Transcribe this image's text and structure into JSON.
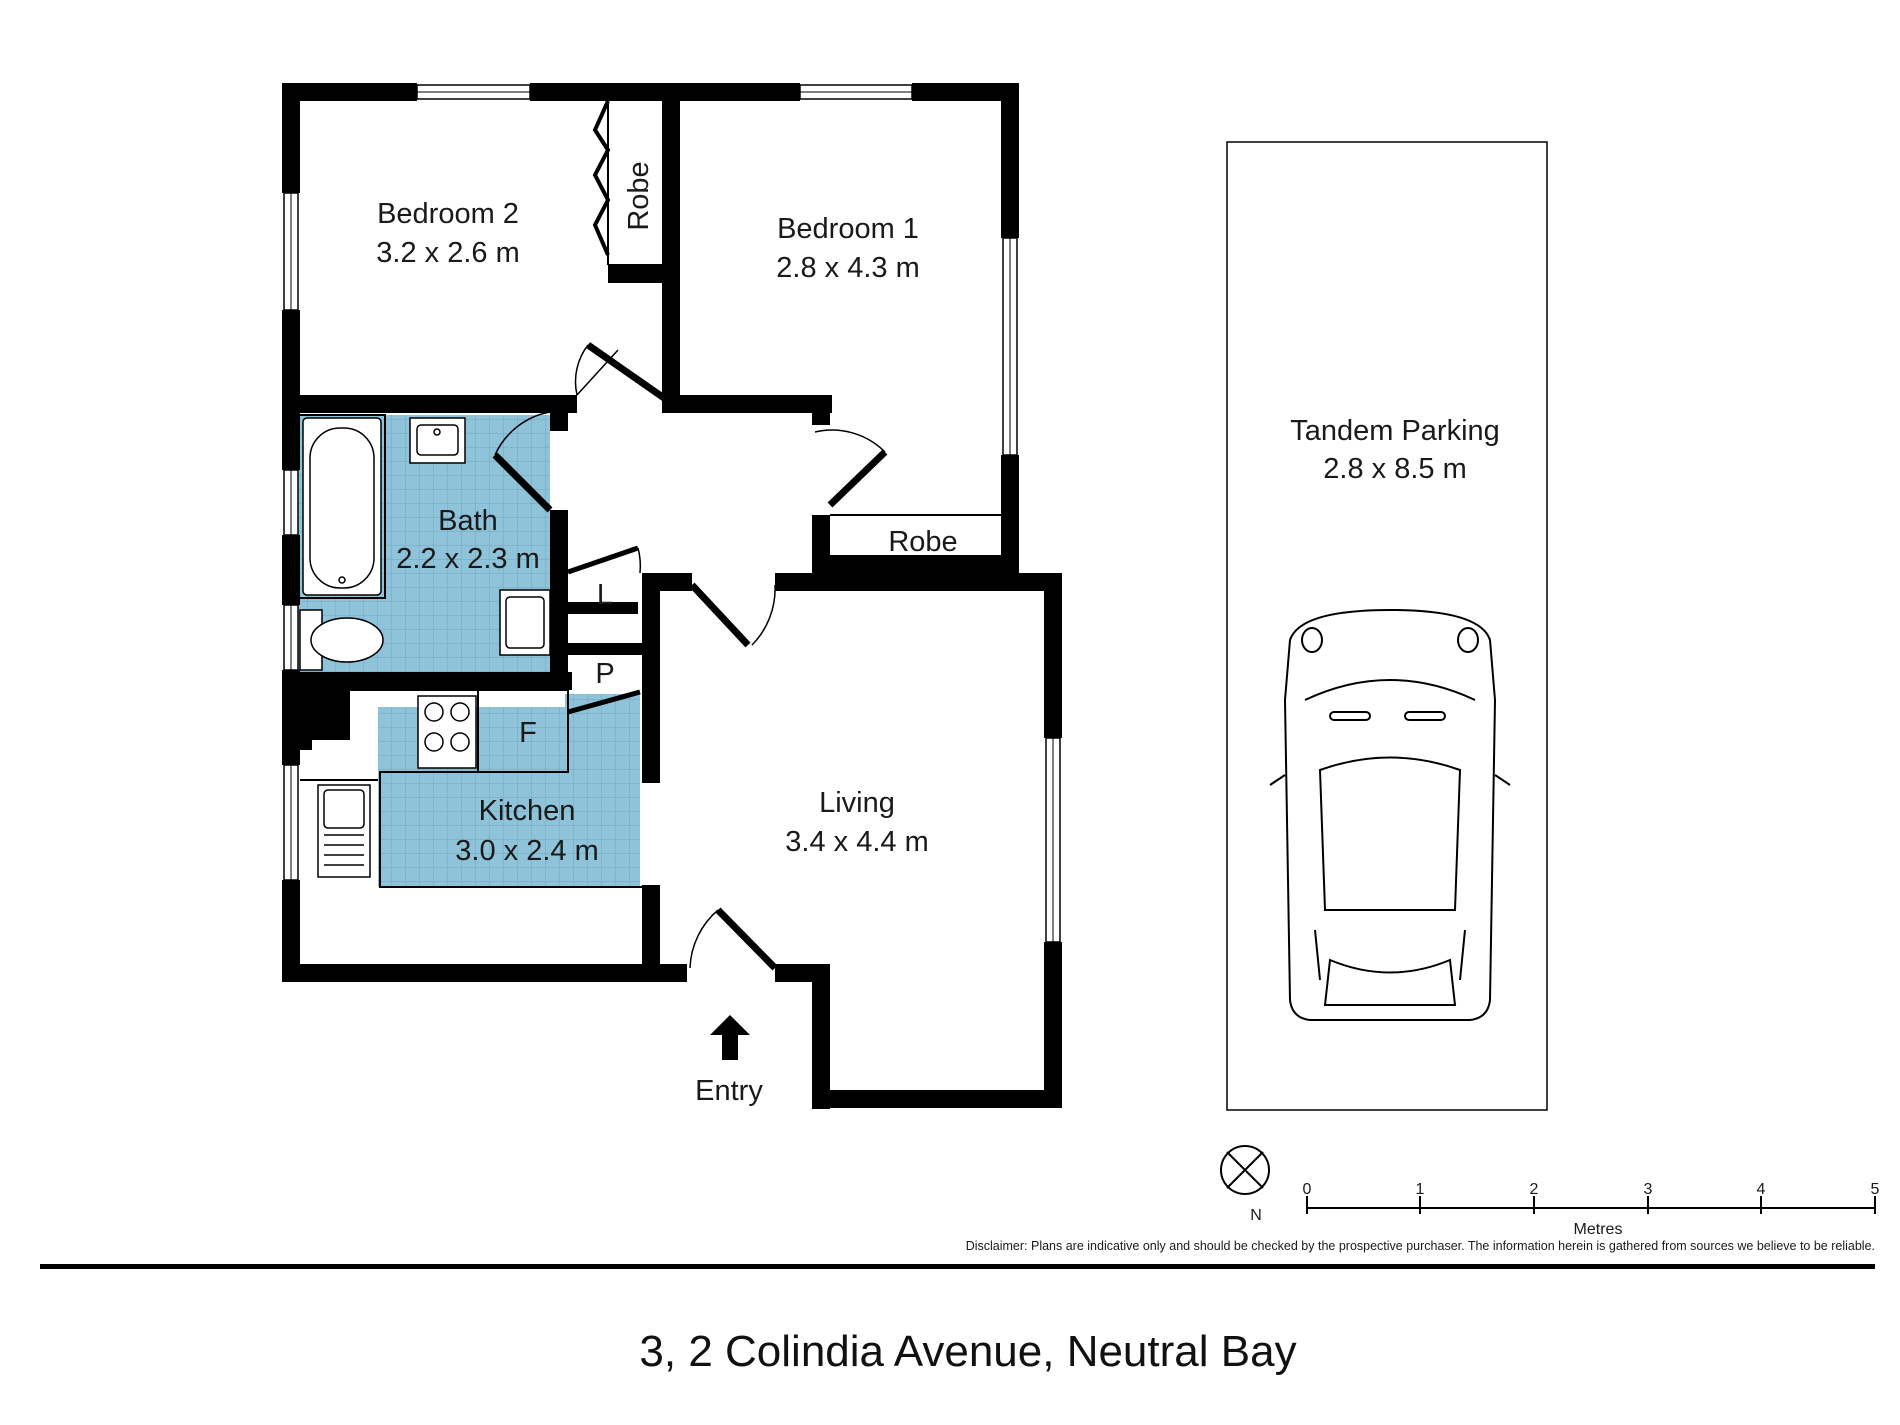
{
  "rooms": {
    "bedroom2": {
      "name": "Bedroom 2",
      "dims": "3.2 x 2.6 m"
    },
    "bedroom1": {
      "name": "Bedroom 1",
      "dims": "2.8 x 4.3 m"
    },
    "bath": {
      "name": "Bath",
      "dims": "2.2 x 2.3 m"
    },
    "kitchen": {
      "name": "Kitchen",
      "dims": "3.0 x 2.4 m"
    },
    "living": {
      "name": "Living",
      "dims": "3.4 x 4.4 m"
    },
    "parking": {
      "name": "Tandem Parking",
      "dims": "2.8 x 8.5 m"
    }
  },
  "labels": {
    "robe_vertical": "Robe",
    "robe_bedroom1": "Robe",
    "linen": "L",
    "pantry": "P",
    "fridge": "F",
    "entry": "Entry"
  },
  "scale": {
    "ticks": [
      "0",
      "1",
      "2",
      "3",
      "4",
      "5"
    ],
    "unit": "Metres",
    "north": "N"
  },
  "disclaimer": "Disclaimer: Plans are indicative only and should be checked by the prospective purchaser. The information herein is gathered from sources we believe to be reliable.",
  "address": "3, 2 Colindia Avenue, Neutral Bay",
  "colors": {
    "wall": "#000000",
    "wet_area": "#8ec3d9",
    "grid": "#6fa7bf"
  }
}
